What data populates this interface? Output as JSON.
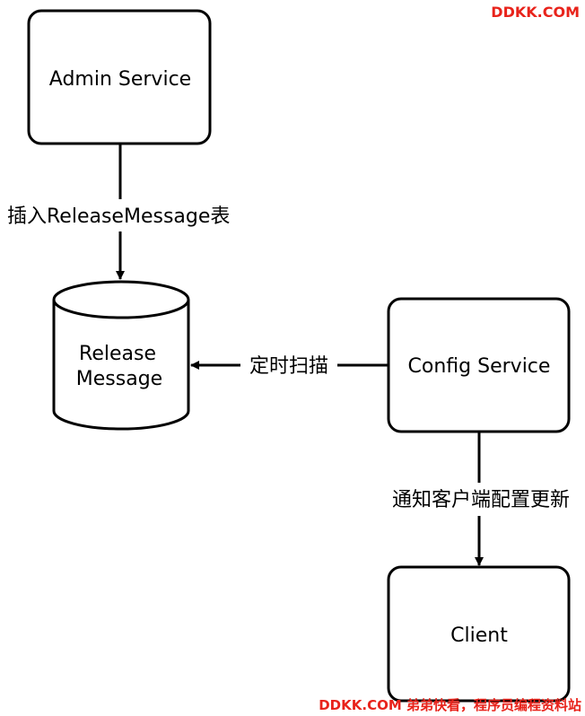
{
  "nodes": {
    "admin_service": "Admin Service",
    "release_message": {
      "line1": "Release",
      "line2": "Message"
    },
    "config_service": "Config Service",
    "client": "Client"
  },
  "edges": {
    "admin_to_release": "插入ReleaseMessage表",
    "config_to_release": "定时扫描",
    "config_to_client": "通知客户端配置更新"
  },
  "watermark": {
    "top": "DDKK.COM",
    "bottom": "DDKK.COM 弟弟快看，程序员编程资料站"
  },
  "colors": {
    "stroke": "#000000",
    "watermark": "#e8231b"
  }
}
